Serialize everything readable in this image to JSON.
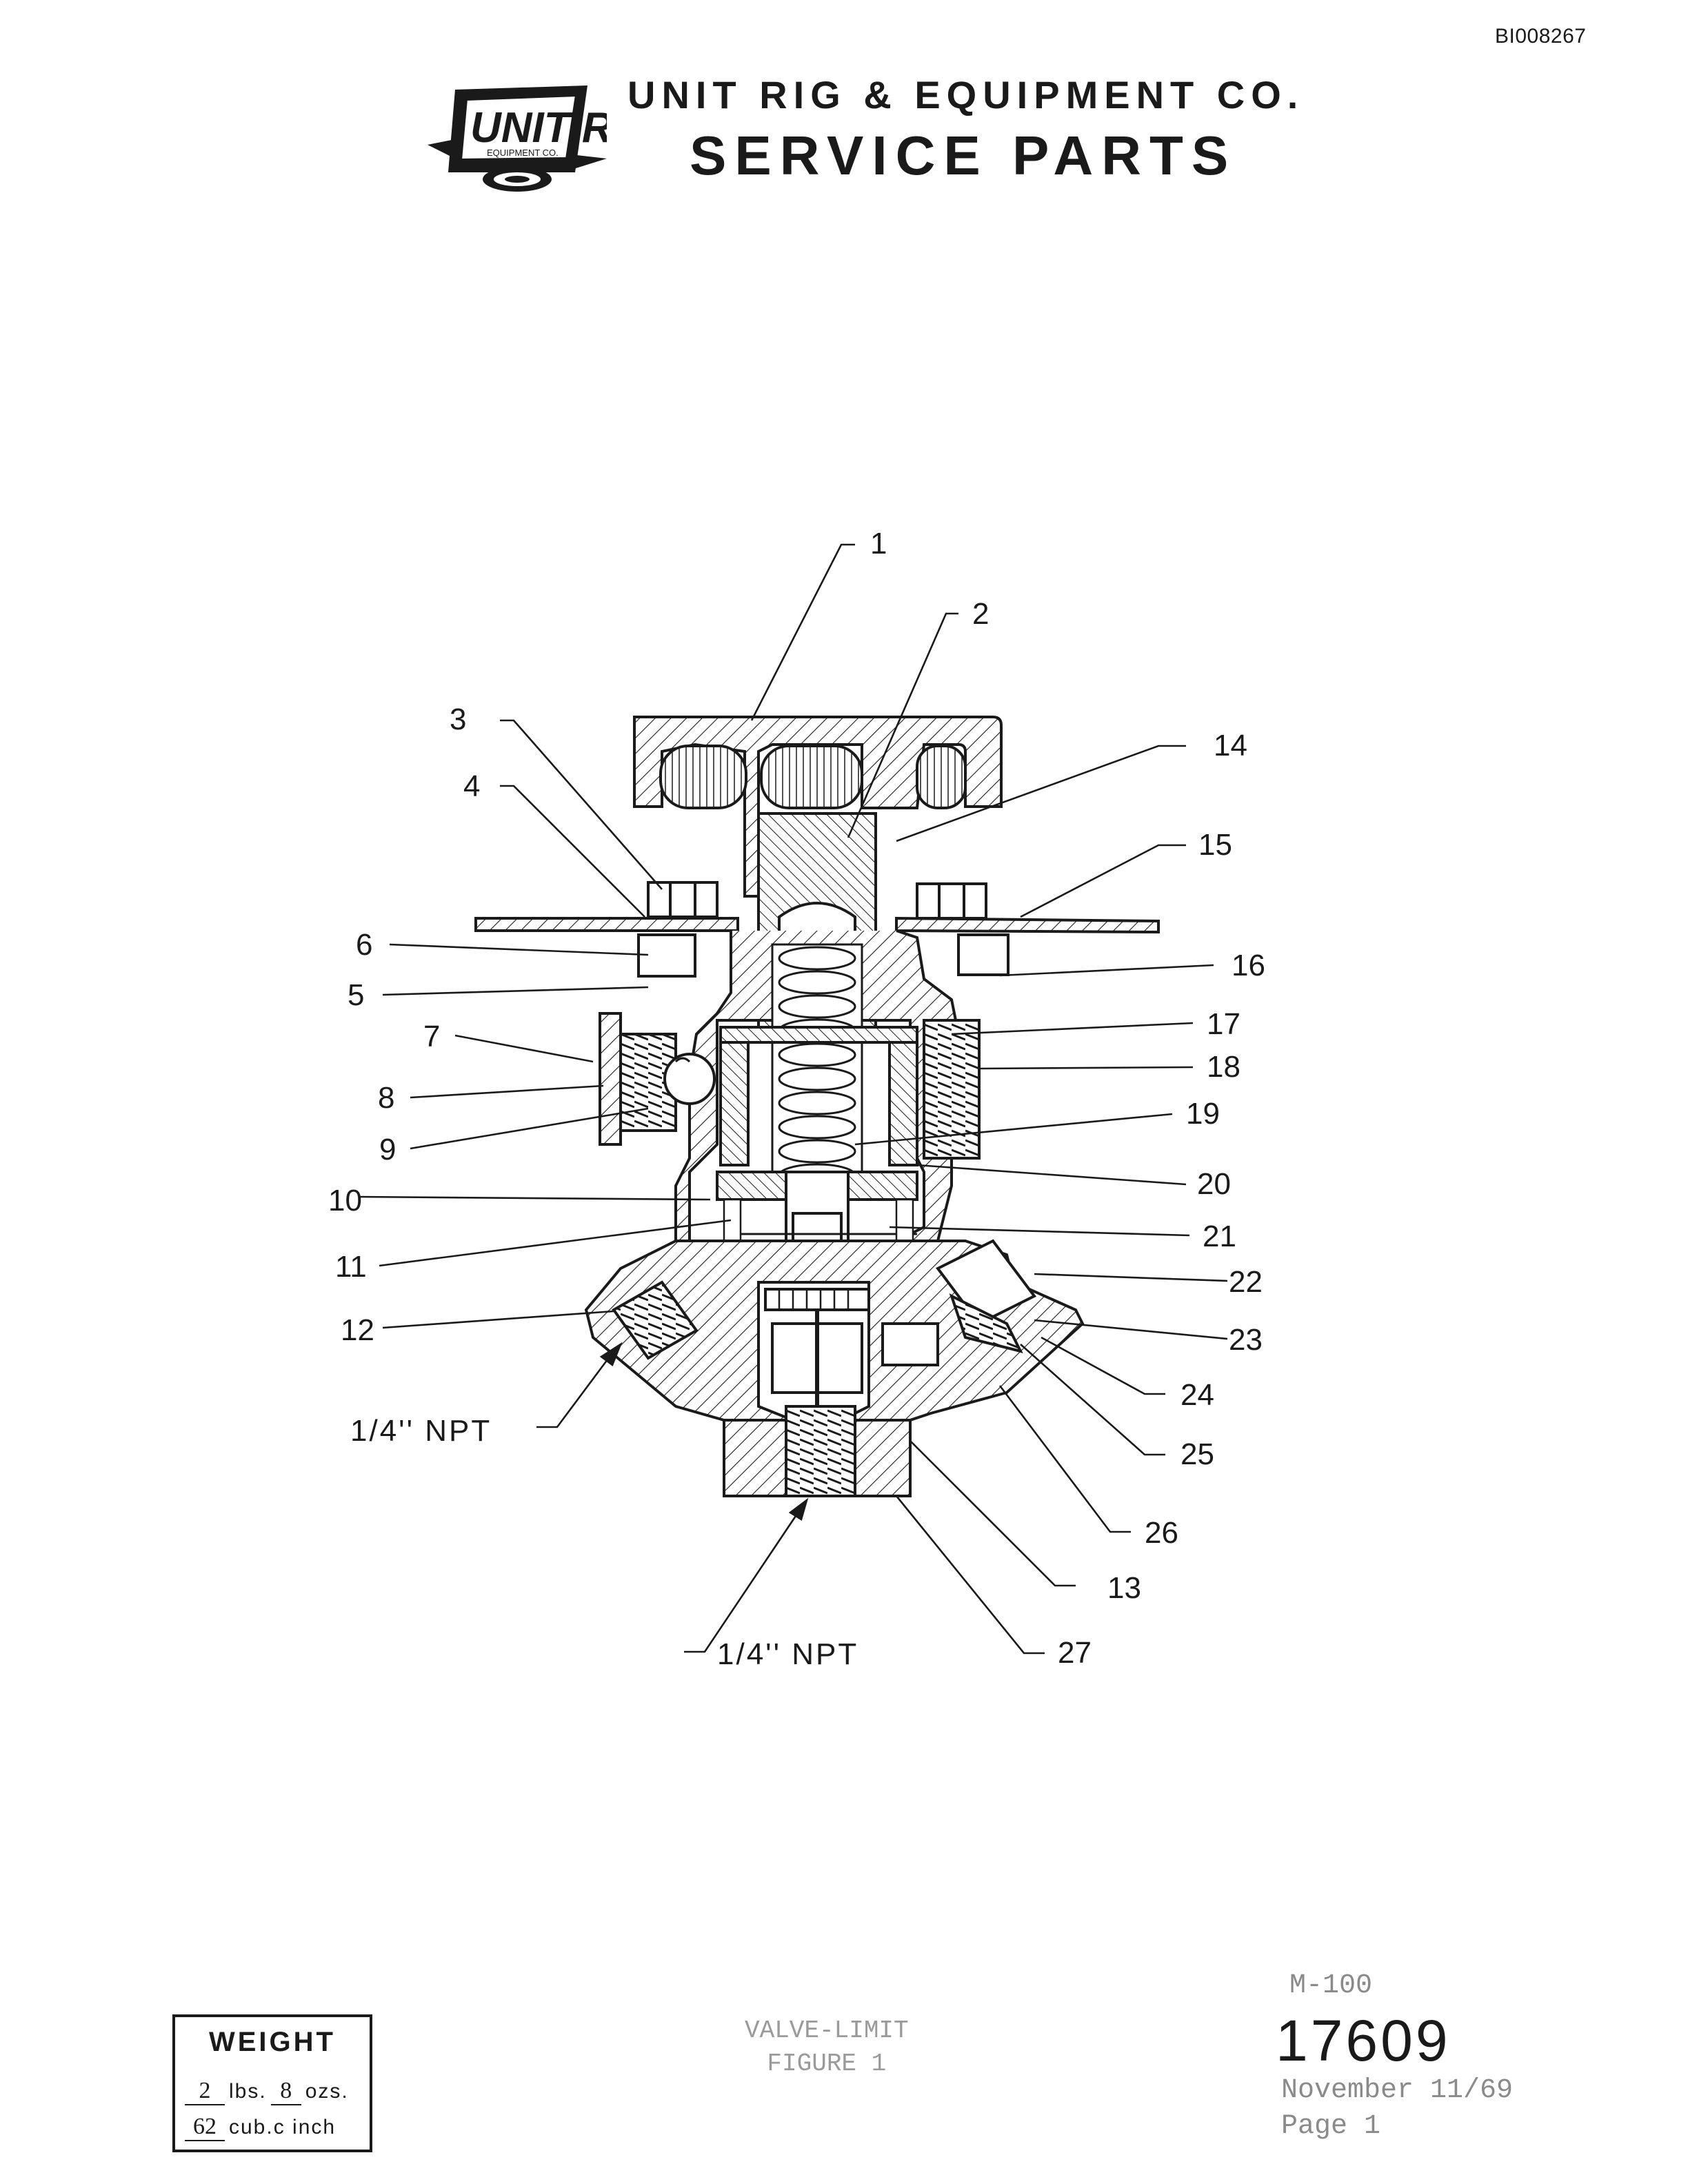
{
  "document_id": "BI008267",
  "header": {
    "company": "UNIT RIG & EQUIPMENT CO.",
    "title": "SERVICE PARTS",
    "logo_text": "UNIT RIG",
    "logo_subtext": "EQUIPMENT CO."
  },
  "diagram": {
    "callouts": [
      "1",
      "2",
      "3",
      "4",
      "5",
      "6",
      "7",
      "8",
      "9",
      "10",
      "11",
      "12",
      "13",
      "14",
      "15",
      "16",
      "17",
      "18",
      "19",
      "20",
      "21",
      "22",
      "23",
      "24",
      "25",
      "26",
      "27"
    ],
    "port_label_left": "1/4'' NPT",
    "port_label_bottom": "1/4'' NPT"
  },
  "weight": {
    "title": "WEIGHT",
    "lbs_value": "2",
    "lbs_unit": "lbs.",
    "ozs_value": "8",
    "ozs_unit": "ozs.",
    "volume_value": "62",
    "volume_unit": "cub.c inch"
  },
  "caption": {
    "line1": "VALVE-LIMIT",
    "line2": "FIGURE 1"
  },
  "footer": {
    "model": "M-100",
    "part_number": "17609",
    "date": "November 11/69",
    "page": "Page 1"
  }
}
